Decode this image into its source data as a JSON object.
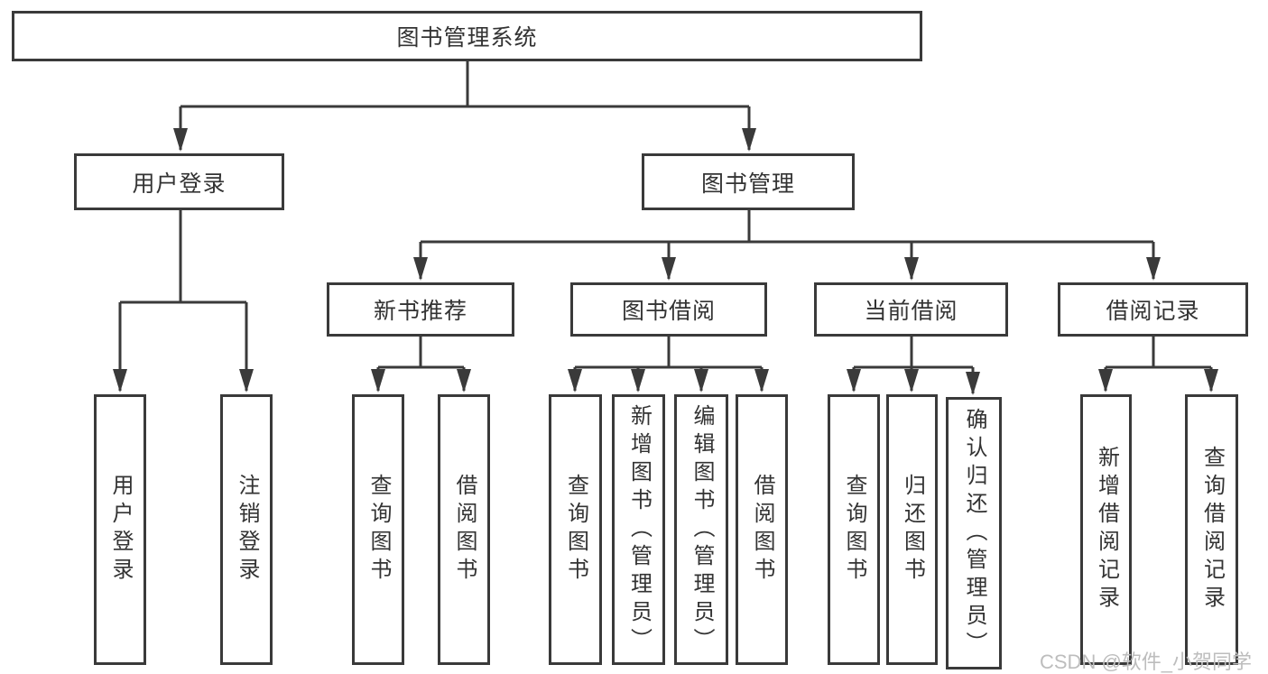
{
  "nodes": {
    "root": "图书管理系统",
    "level2": [
      "用户登录",
      "图书管理"
    ],
    "level3": [
      "新书推荐",
      "图书借阅",
      "当前借阅",
      "借阅记录"
    ],
    "leaves": {
      "user_login": [
        "用户登录",
        "注销登录"
      ],
      "new_book_recommend": [
        "查询图书",
        "借阅图书"
      ],
      "book_borrow": [
        "查询图书",
        "新增图书（管理员）",
        "编辑图书（管理员）",
        "借阅图书"
      ],
      "current_borrow": [
        "查询图书",
        "归还图书",
        "确认归还（管理员）"
      ],
      "borrow_record": [
        "新增借阅记录",
        "查询借阅记录"
      ]
    }
  },
  "watermark": "CSDN @软件_小贺同学",
  "colors": {
    "line": "#3a3a3a",
    "text": "#333333",
    "watermark": "#bdbdbd",
    "background": "#ffffff"
  }
}
